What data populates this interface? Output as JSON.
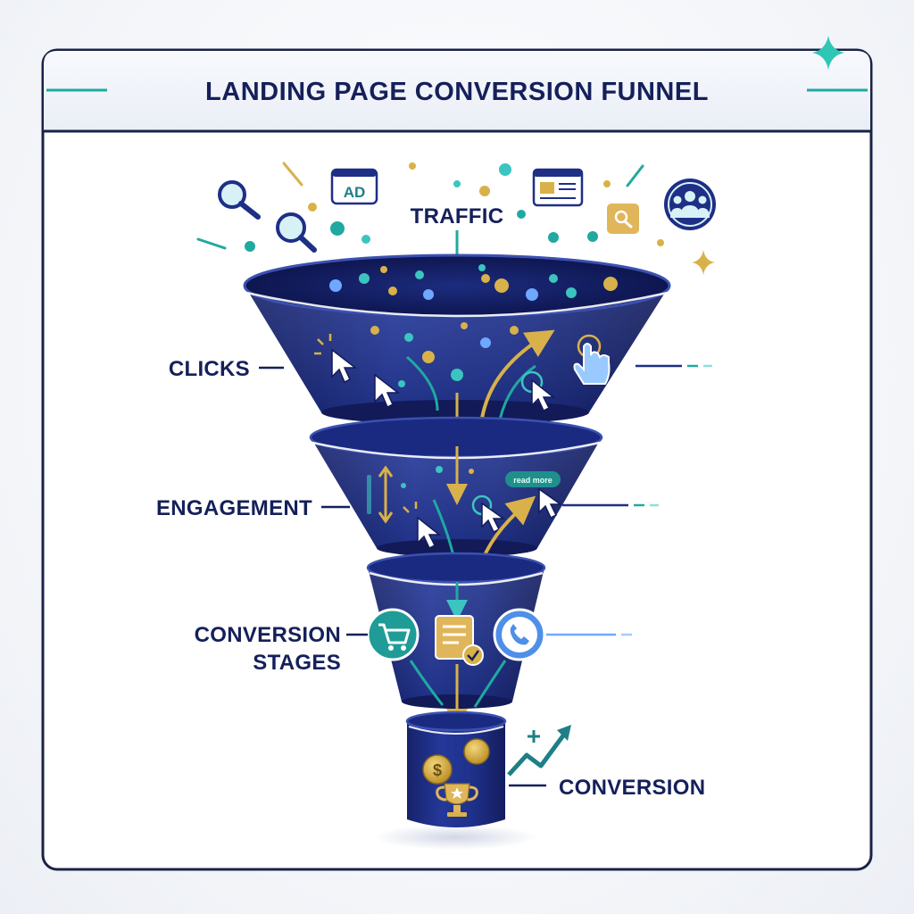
{
  "title": "LANDING PAGE CONVERSION FUNNEL",
  "stages": {
    "traffic": "TRAFFIC",
    "clicks": "CLICKS",
    "engagement": "ENGAGEMENT",
    "conversion_stages_line1": "CONVERSION",
    "conversion_stages_line2": "STAGES",
    "conversion": "CONVERSION"
  },
  "badges": {
    "ad": "AD",
    "read_more": "read more"
  },
  "icons": [
    "search-icon",
    "ad-icon",
    "browser-window-icon",
    "users-icon",
    "cursor-icon",
    "hand-pointer-icon",
    "scroll-icon",
    "cart-icon",
    "form-check-icon",
    "phone-icon",
    "coin-icon",
    "trophy-icon",
    "trend-up-icon",
    "sparkle-icon"
  ],
  "colors": {
    "navy": "#15205a",
    "funnel": "#1b2a7a",
    "teal": "#20a9a0",
    "gold": "#d9b14a",
    "frame": "#1a2247"
  }
}
